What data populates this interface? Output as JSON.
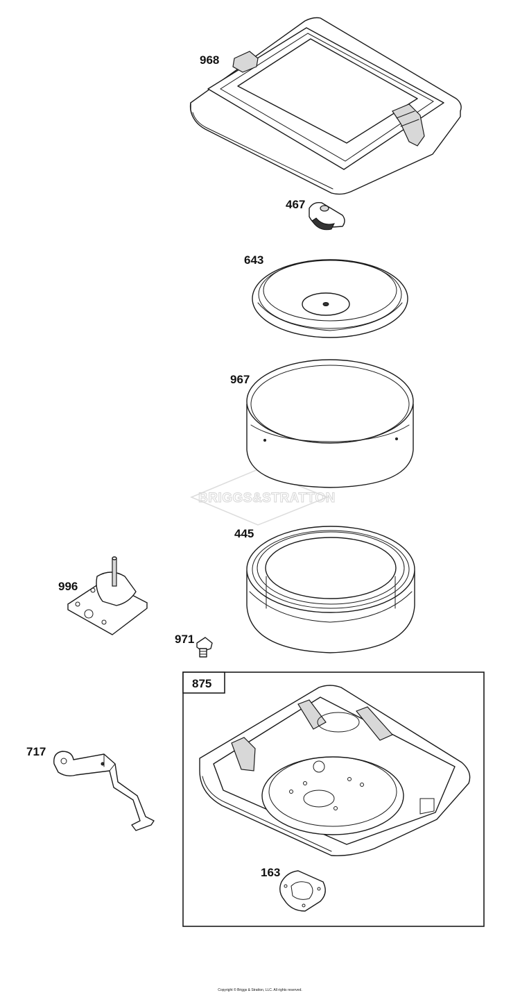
{
  "parts": [
    {
      "id": "968",
      "label": "968"
    },
    {
      "id": "467",
      "label": "467"
    },
    {
      "id": "643",
      "label": "643"
    },
    {
      "id": "967",
      "label": "967"
    },
    {
      "id": "445",
      "label": "445"
    },
    {
      "id": "996",
      "label": "996"
    },
    {
      "id": "971",
      "label": "971"
    },
    {
      "id": "875",
      "label": "875"
    },
    {
      "id": "717",
      "label": "717"
    },
    {
      "id": "163",
      "label": "163"
    }
  ],
  "watermark": {
    "text": "BRIGGS&STRATTON"
  },
  "footer": {
    "copyright": "Copyright © Briggs & Stratton, LLC. All rights reserved."
  }
}
